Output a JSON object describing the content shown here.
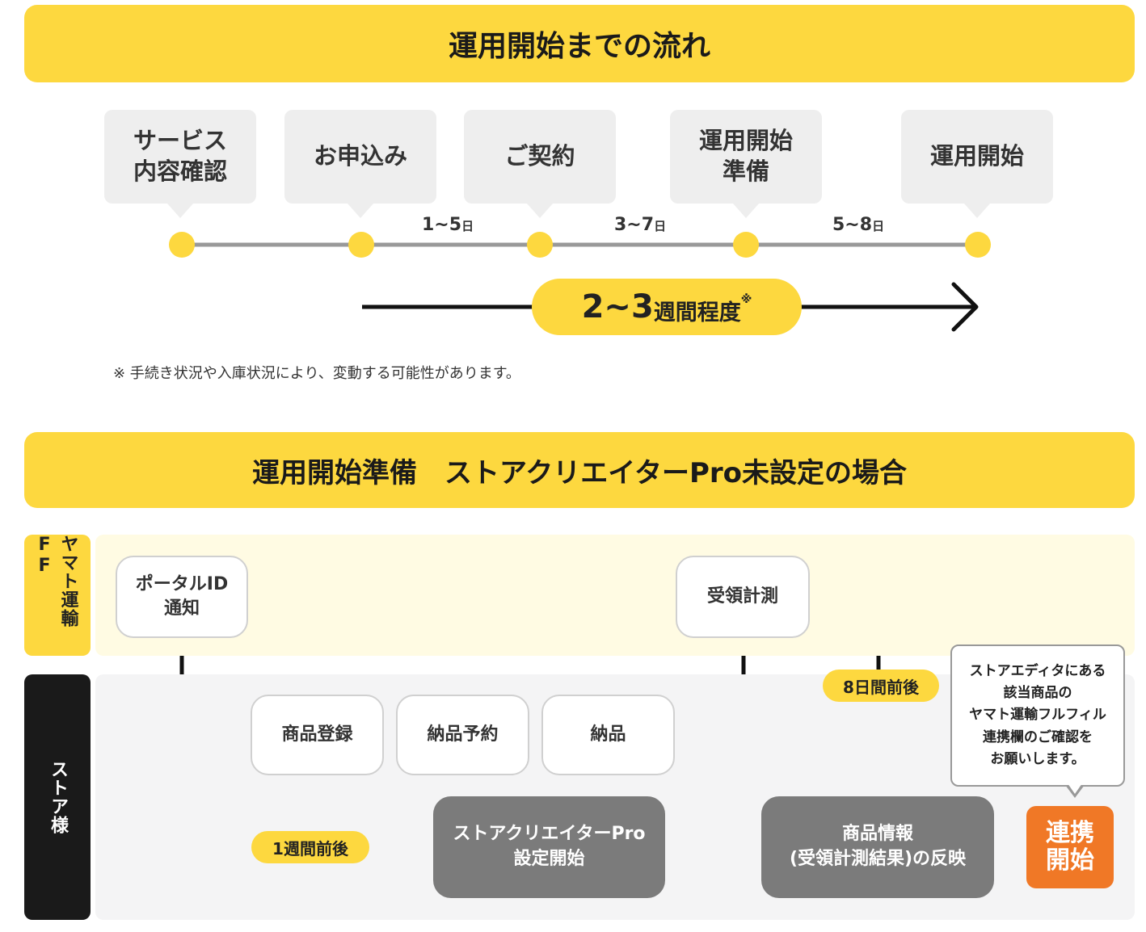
{
  "section1": {
    "title": "運用開始までの流れ",
    "steps": [
      {
        "label": "サービス\n内容確認"
      },
      {
        "label": "お申込み"
      },
      {
        "label": "ご契約"
      },
      {
        "label": "運用開始\n準備"
      },
      {
        "label": "運用開始"
      }
    ],
    "durations": [
      {
        "value": "1~5",
        "unit": "日"
      },
      {
        "value": "3~7",
        "unit": "日"
      },
      {
        "value": "5~8",
        "unit": "日"
      }
    ],
    "total": {
      "value": "2~3",
      "unit": "週間程度",
      "mark": "※"
    },
    "note": "※ 手続き状況や入庫状況により、変動する可能性があります。"
  },
  "section2": {
    "title": "運用開始準備　ストアクリエイターPro未設定の場合",
    "lanes": {
      "yamato": "ヤマト運輸FF",
      "store": "ストア様"
    },
    "nodes": {
      "portal_id": "ポータルID\n通知",
      "receive_measure": "受領計測",
      "product_register": "商品登録",
      "delivery_reserve": "納品予約",
      "delivery": "納品",
      "store_creator": "ストアクリエイターPro\n設定開始",
      "product_info": "商品情報\n(受領計測結果)の反映",
      "link_start": "連携\n開始"
    },
    "badges": {
      "eight_days": "8日間前後",
      "one_week": "1週間前後"
    },
    "callout": "ストアエディタにある\n該当商品の\nヤマト運輸フルフィル\n連携欄のご確認を\nお願いします。"
  },
  "colors": {
    "accent": "#fdd83f",
    "orange": "#f07826",
    "gray_box": "#7b7b7b",
    "yamato_band": "#fffbe3",
    "store_band": "#f4f4f5"
  }
}
